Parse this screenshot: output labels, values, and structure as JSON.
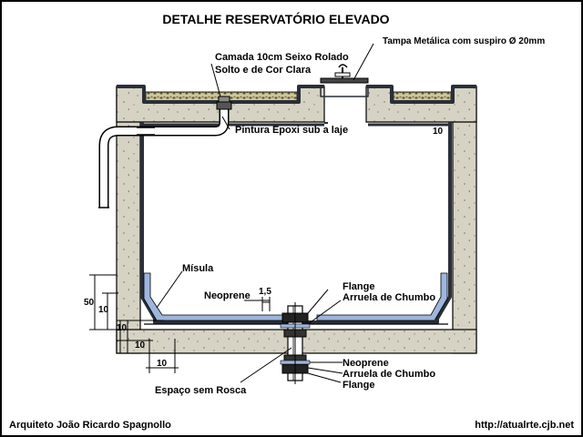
{
  "title": "DETALHE RESERVATÓRIO ELEVADO",
  "labels": {
    "camada_line1": "Camada 10cm Seixo Rolado",
    "camada_line2": "Solto e de Cor Clara",
    "tampa": "Tampa Metálica com suspiro Ø 20mm",
    "pintura": "Pintura Epoxi sub a laje",
    "dim_wall": "10",
    "misula": "Mísula",
    "neoprene_top": "Neoprene",
    "dim_neoprene": "1,5",
    "flange_top": "Flange",
    "arruela_top": "Arruela de Chumbo",
    "neoprene_bottom": "Neoprene",
    "arruela_bottom": "Arruela de Chumbo",
    "flange_bottom": "Flange",
    "espaco": "Espaço sem Rosca",
    "dim_50": "50",
    "dim_10a": "10",
    "dim_10b": "10",
    "dim_10c": "10",
    "dim_10d": "10"
  },
  "footer": {
    "author": "Arquiteto João Ricardo Spagnollo",
    "url": "http://atualrte.cjb.net"
  },
  "colors": {
    "concrete": "#d6d3c4",
    "waterproofing": "#2a2f38",
    "neoprene": "#9eb6dc",
    "gravel": "#bdb68e",
    "pipe": "#ffffff"
  }
}
